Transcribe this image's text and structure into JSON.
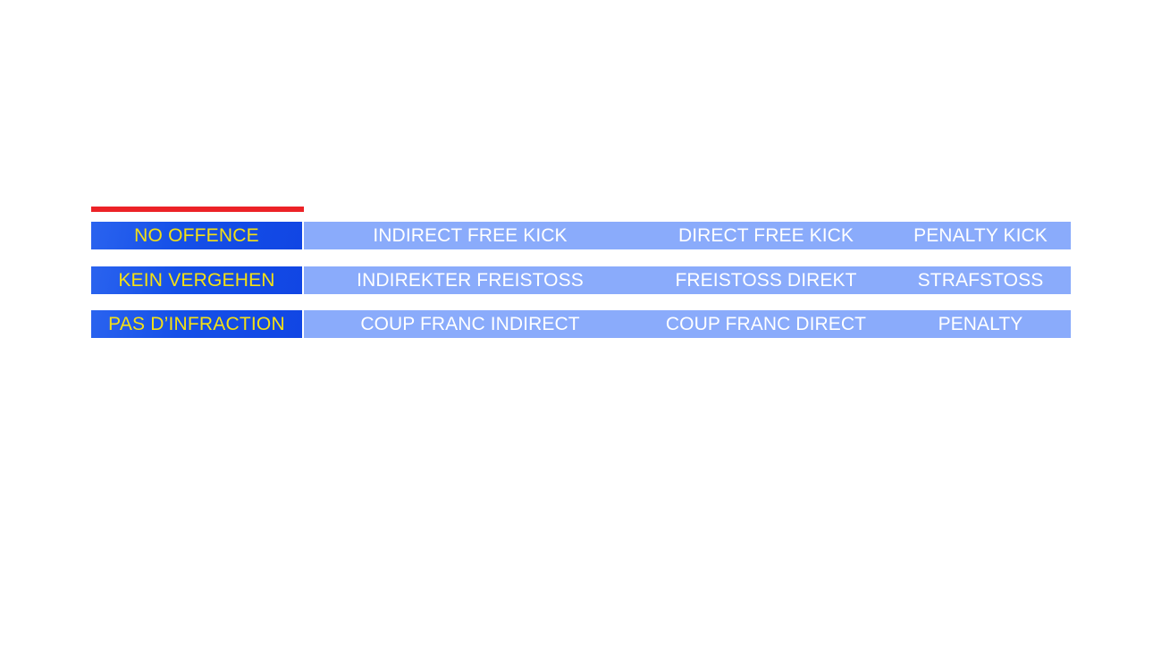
{
  "slide": {
    "background_color": "#ffffff",
    "accent_rule": {
      "name": "red-accent-rule",
      "color": "#ec2227"
    },
    "colors": {
      "label_blue": "#1550e8",
      "label_blue_light": "#2a63ef",
      "label_text_yellow": "#f4e014",
      "options_blue": "#8aabfb",
      "options_text_white": "#ffffff",
      "accent_red": "#ec2227"
    },
    "rows": [
      {
        "language": "english",
        "label": "NO OFFENCE",
        "options": [
          "INDIRECT FREE KICK",
          "DIRECT FREE KICK",
          "PENALTY KICK"
        ]
      },
      {
        "language": "german",
        "label": "KEIN VERGEHEN",
        "options": [
          "INDIREKTER FREISTOSS",
          "FREISTOSS DIREKT",
          "STRAFSTOSS"
        ]
      },
      {
        "language": "french",
        "label": "PAS D’INFRACTION",
        "options": [
          "COUP FRANC INDIRECT",
          "COUP FRANC DIRECT",
          "PENALTY"
        ]
      }
    ]
  }
}
